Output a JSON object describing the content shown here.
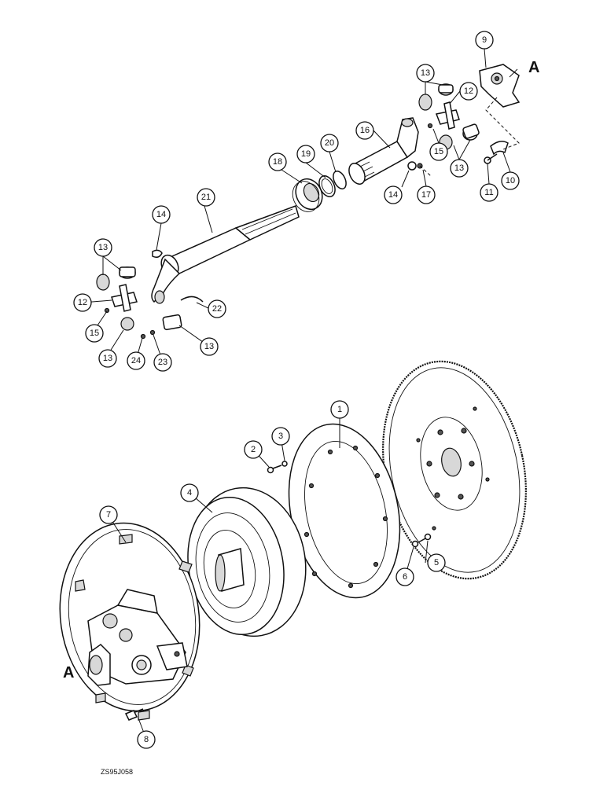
{
  "ref_letters": {
    "top": "A",
    "bottom": "A"
  },
  "figure_id": "ZS95J058",
  "callouts": {
    "c1": "1",
    "c2": "2",
    "c3": "3",
    "c4": "4",
    "c5": "5",
    "c6": "6",
    "c7": "7",
    "c8": "8",
    "c9": "9",
    "c10": "10",
    "c11": "11",
    "c12a": "12",
    "c12b": "12",
    "c13a": "13",
    "c13b": "13",
    "c13c": "13",
    "c13d": "13",
    "c13e": "13",
    "c14a": "14",
    "c14b": "14",
    "c15a": "15",
    "c15b": "15",
    "c16": "16",
    "c17": "17",
    "c18": "18",
    "c19": "19",
    "c20": "20",
    "c21": "21",
    "c22": "22",
    "c23": "23",
    "c24": "24"
  }
}
